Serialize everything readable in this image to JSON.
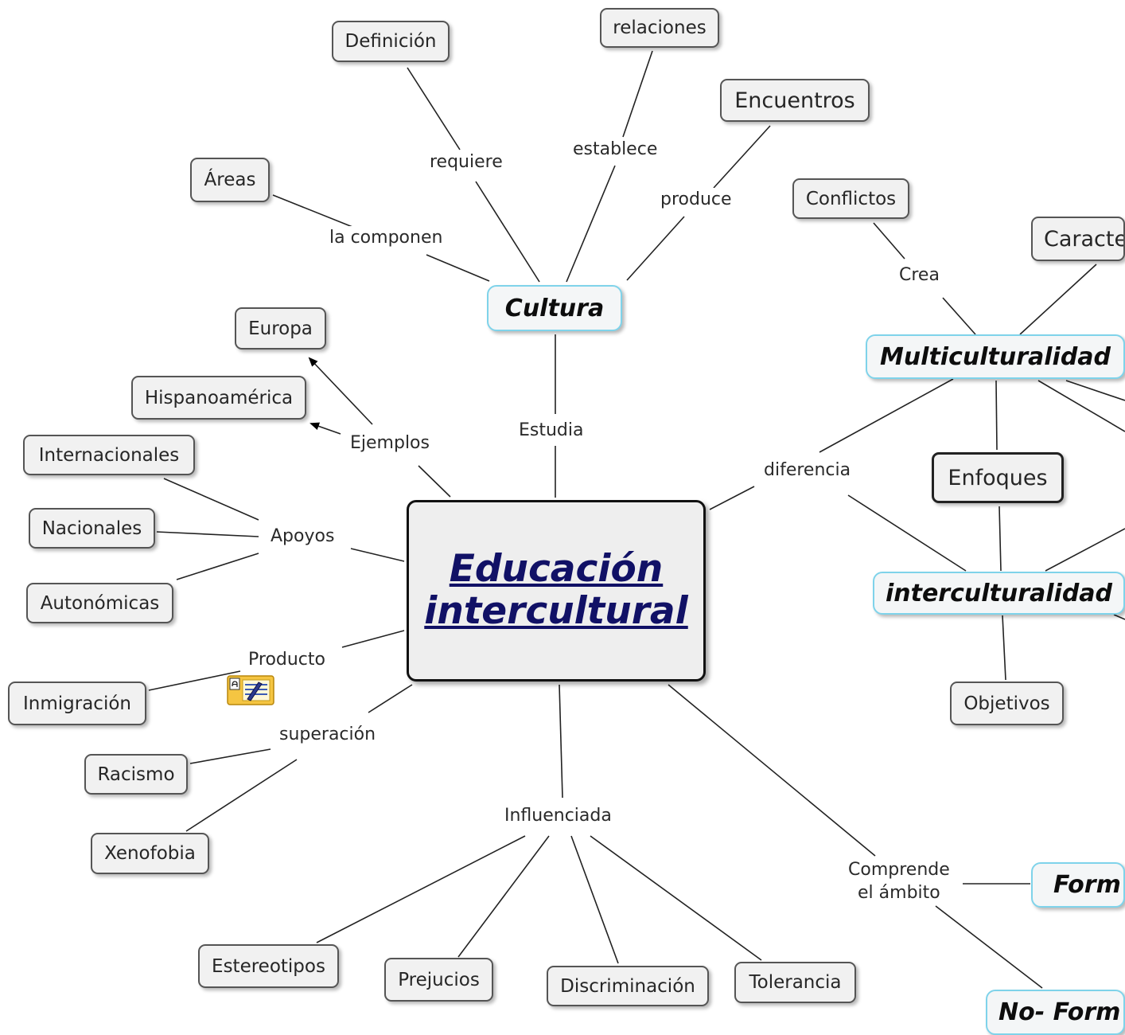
{
  "map": {
    "center": {
      "line1": "Educación",
      "line2": "intercultural"
    },
    "concepts": {
      "cultura": "Cultura",
      "multiculturalidad": "Multiculturalidad",
      "interculturalidad": "interculturalidad",
      "formal": "Form",
      "no_formal": "No- Form"
    },
    "nodes": {
      "definicion": "Definición",
      "relaciones": "relaciones",
      "encuentros": "Encuentros",
      "areas": "Áreas",
      "conflictos": "Conflictos",
      "caracteristicas": "Caracte",
      "europa": "Europa",
      "hispanoamerica": "Hispanoamérica",
      "internacionales": "Internacionales",
      "nacionales": "Nacionales",
      "autonomicas": "Autonómicas",
      "enfoques": "Enfoques",
      "objetivos": "Objetivos",
      "inmigracion": "Inmigración",
      "racismo": "Racismo",
      "xenofobia": "Xenofobia",
      "estereotipos": "Estereotipos",
      "prejucios": "Prejucios",
      "discriminacion": "Discriminación",
      "tolerancia": "Tolerancia"
    },
    "links": {
      "requiere": "requiere",
      "establece": "establece",
      "produce": "produce",
      "la_componen": "la componen",
      "crea": "Crea",
      "ejemplos": "Ejemplos",
      "estudia": "Estudia",
      "diferencia": "diferencia",
      "apoyos": "Apoyos",
      "producto": "Producto",
      "superacion": "superación",
      "influenciada": "Influenciada",
      "comprende_line1": "Comprende",
      "comprende_line2": "el ámbito"
    }
  },
  "colors": {
    "concept_border": "#7fd3ea",
    "center_text": "#111166",
    "node_fill": "#f1f1f1",
    "note_icon": "#f5c542"
  },
  "icons": {
    "note": "resource-note-icon"
  }
}
